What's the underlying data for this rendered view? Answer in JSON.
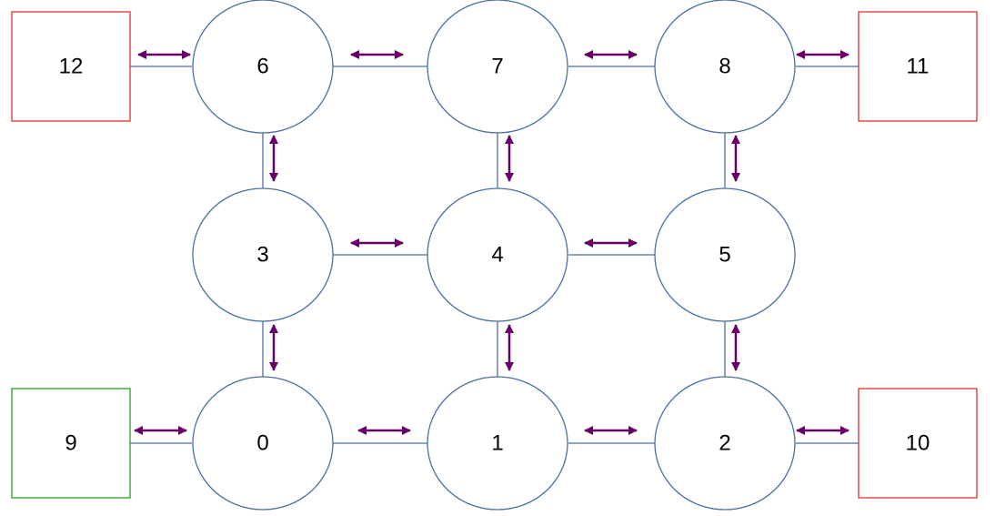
{
  "colors": {
    "node_stroke": "#4a6fa5",
    "edge": "#4a6fa5",
    "arrow": "#660066",
    "box_red": "#e03030",
    "box_green": "#22a022"
  },
  "nodes": [
    {
      "id": "n0",
      "label": "0",
      "shape": "circle"
    },
    {
      "id": "n1",
      "label": "1",
      "shape": "circle"
    },
    {
      "id": "n2",
      "label": "2",
      "shape": "circle"
    },
    {
      "id": "n3",
      "label": "3",
      "shape": "circle"
    },
    {
      "id": "n4",
      "label": "4",
      "shape": "circle"
    },
    {
      "id": "n5",
      "label": "5",
      "shape": "circle"
    },
    {
      "id": "n6",
      "label": "6",
      "shape": "circle"
    },
    {
      "id": "n7",
      "label": "7",
      "shape": "circle"
    },
    {
      "id": "n8",
      "label": "8",
      "shape": "circle"
    },
    {
      "id": "n9",
      "label": "9",
      "shape": "box",
      "color": "green"
    },
    {
      "id": "n10",
      "label": "10",
      "shape": "box",
      "color": "red"
    },
    {
      "id": "n11",
      "label": "11",
      "shape": "box",
      "color": "red"
    },
    {
      "id": "n12",
      "label": "12",
      "shape": "box",
      "color": "red"
    }
  ],
  "edges": [
    {
      "from": "12",
      "to": "6",
      "bidirectional": true
    },
    {
      "from": "6",
      "to": "7",
      "bidirectional": true
    },
    {
      "from": "7",
      "to": "8",
      "bidirectional": true
    },
    {
      "from": "8",
      "to": "11",
      "bidirectional": true
    },
    {
      "from": "3",
      "to": "4",
      "bidirectional": true
    },
    {
      "from": "4",
      "to": "5",
      "bidirectional": true
    },
    {
      "from": "9",
      "to": "0",
      "bidirectional": true
    },
    {
      "from": "0",
      "to": "1",
      "bidirectional": true
    },
    {
      "from": "1",
      "to": "2",
      "bidirectional": true
    },
    {
      "from": "2",
      "to": "10",
      "bidirectional": true
    },
    {
      "from": "6",
      "to": "3",
      "bidirectional": true
    },
    {
      "from": "3",
      "to": "0",
      "bidirectional": true
    },
    {
      "from": "7",
      "to": "4",
      "bidirectional": true
    },
    {
      "from": "4",
      "to": "1",
      "bidirectional": true
    },
    {
      "from": "8",
      "to": "5",
      "bidirectional": true
    },
    {
      "from": "5",
      "to": "2",
      "bidirectional": true
    }
  ]
}
